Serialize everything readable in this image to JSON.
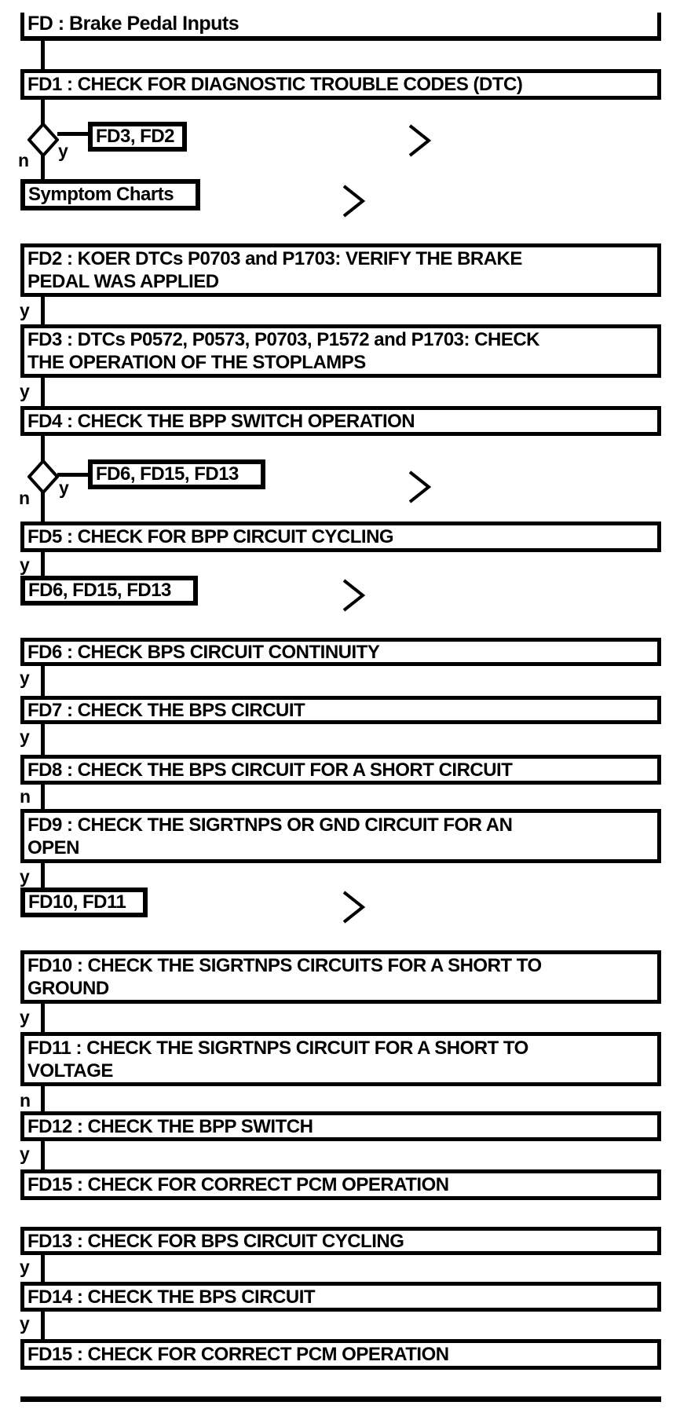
{
  "page": {
    "background": "#ffffff",
    "ink": "#000000"
  },
  "title": {
    "label": "FD : Brake Pedal Inputs"
  },
  "branch": {
    "yes": "y",
    "no": "n"
  },
  "nodes": {
    "fd1": {
      "label": "FD1 : CHECK FOR DIAGNOSTIC TROUBLE CODES (DTC)"
    },
    "fd2": {
      "label": "FD2 : KOER DTCs P0703 and P1703: VERIFY THE BRAKE\nPEDAL WAS APPLIED"
    },
    "fd3": {
      "label": "FD3 : DTCs P0572, P0573, P0703, P1572 and P1703: CHECK\nTHE OPERATION OF THE STOPLAMPS"
    },
    "fd4": {
      "label": "FD4 : CHECK THE BPP SWITCH OPERATION"
    },
    "fd5": {
      "label": "FD5 : CHECK FOR BPP CIRCUIT CYCLING"
    },
    "fd6": {
      "label": "FD6 : CHECK BPS CIRCUIT CONTINUITY"
    },
    "fd7": {
      "label": "FD7 : CHECK THE BPS CIRCUIT"
    },
    "fd8": {
      "label": "FD8 : CHECK THE BPS CIRCUIT FOR A SHORT CIRCUIT"
    },
    "fd9": {
      "label": "FD9 : CHECK THE SIGRTNPS OR GND CIRCUIT FOR AN\nOPEN"
    },
    "fd10": {
      "label": "FD10 : CHECK THE SIGRTNPS CIRCUITS FOR A SHORT TO\nGROUND"
    },
    "fd11": {
      "label": "FD11 : CHECK THE SIGRTNPS CIRCUIT FOR A SHORT TO\nVOLTAGE"
    },
    "fd12": {
      "label": "FD12 : CHECK THE BPP SWITCH"
    },
    "fd15a": {
      "label": "FD15 : CHECK FOR CORRECT PCM OPERATION"
    },
    "fd13": {
      "label": "FD13 : CHECK FOR BPS CIRCUIT CYCLING"
    },
    "fd14": {
      "label": "FD14 : CHECK THE BPS CIRCUIT"
    },
    "fd15b": {
      "label": "FD15 : CHECK FOR CORRECT PCM OPERATION"
    }
  },
  "refs": {
    "decision1": {
      "label": "FD3, FD2"
    },
    "symptom": {
      "label": "Symptom Charts"
    },
    "decision2": {
      "label": "FD6, FD15, FD13"
    },
    "goto_fd6": {
      "label": "FD6, FD15, FD13"
    },
    "goto_fd10": {
      "label": "FD10, FD11"
    }
  }
}
